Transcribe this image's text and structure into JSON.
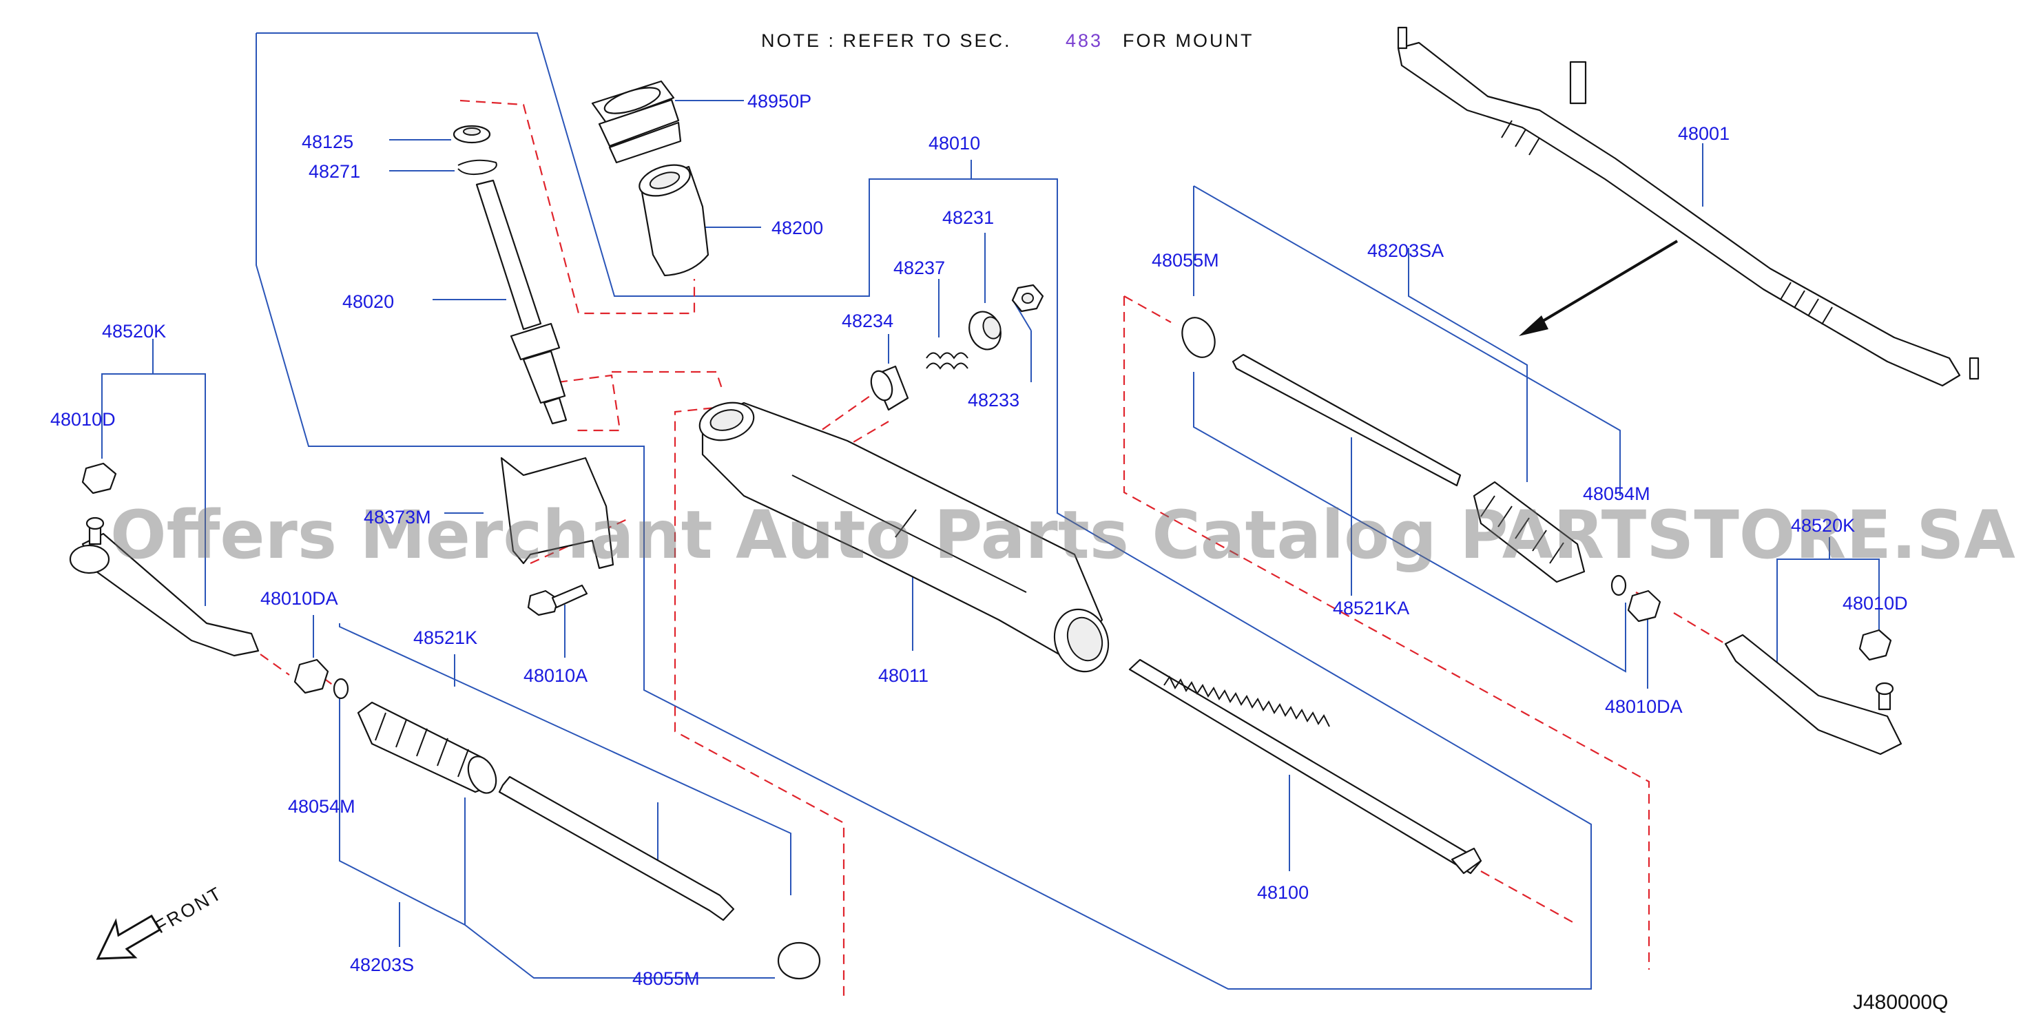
{
  "note": {
    "prefix": "NOTE : REFER TO SEC.",
    "section": "483",
    "suffix": "FOR MOUNT"
  },
  "diagram_code": "J480000Q",
  "front_label": "FRONT",
  "watermark": "Offers Merchant Auto Parts Catalog PARTSTORE.SA",
  "colors": {
    "label": "#1a1adf",
    "leader": "#2a55b8",
    "dashed": "#e0242c",
    "section_link": "#7a3fd0",
    "outline": "#141414"
  },
  "parts": {
    "p48950P": "48950P",
    "p48125": "48125",
    "p48271": "48271",
    "p48200": "48200",
    "p48020": "48020",
    "p48010": "48010",
    "p48231": "48231",
    "p48237": "48237",
    "p48234": "48234",
    "p48233": "48233",
    "p48520K_left": "48520K",
    "p48010D_left": "48010D",
    "p48373M": "48373M",
    "p48010DA_left": "48010DA",
    "p48521K": "48521K",
    "p48010A": "48010A",
    "p48011": "48011",
    "p48054M_left": "48054M",
    "p48203S": "48203S",
    "p48055M_left": "48055M",
    "p48100": "48100",
    "p48001": "48001",
    "p48055M_right": "48055M",
    "p48203SA": "48203SA",
    "p48054M_right": "48054M",
    "p48521KA": "48521KA",
    "p48520K_right": "48520K",
    "p48010D_right": "48010D",
    "p48010DA_right": "48010DA"
  }
}
